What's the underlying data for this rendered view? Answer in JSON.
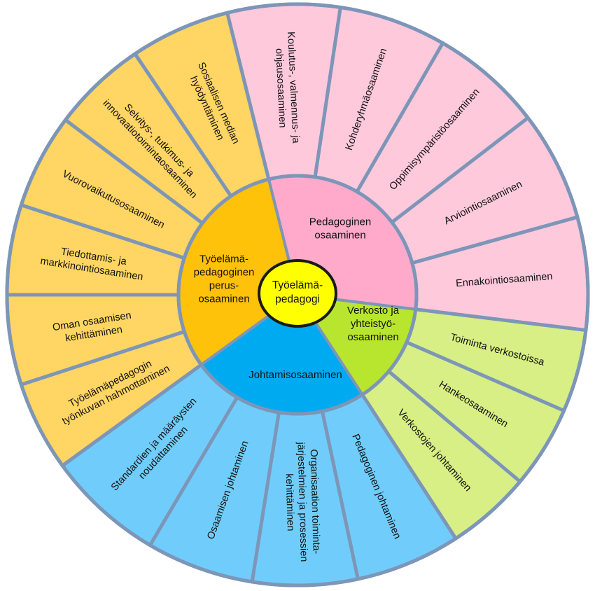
{
  "center": {
    "lines": [
      "Työelämä-",
      "pedagogi"
    ],
    "fill": "#ffff00",
    "stroke": "#1a1a1a"
  },
  "border_color": "#7d96b8",
  "categories": [
    {
      "id": "pedagoginen",
      "fill": "#ffaacb",
      "outer_fill": "#ffc9dc",
      "lines": [
        "Pedagoginen",
        "osaaminen"
      ],
      "items": [
        {
          "lines": [
            "Koulutus-, valmennus- ja",
            "ohjausosaaminen"
          ]
        },
        {
          "lines": [
            "Kohderyhmäosaaminen"
          ]
        },
        {
          "lines": [
            "Oppimisympäristöosaaminen"
          ]
        },
        {
          "lines": [
            "Arviointiosaaminen"
          ]
        },
        {
          "lines": [
            "Ennakointiosaaminen"
          ]
        }
      ]
    },
    {
      "id": "verkosto",
      "fill": "#b8e62e",
      "outer_fill": "#d7ef84",
      "lines": [
        "Verkosto ja",
        "yhteistyö-",
        "osaaminen"
      ],
      "items": [
        {
          "lines": [
            "Toiminta verkostoissa"
          ]
        },
        {
          "lines": [
            "Hankeosaaminen"
          ]
        },
        {
          "lines": [
            "Verkostojen johtaminen"
          ]
        }
      ]
    },
    {
      "id": "johtamis",
      "fill": "#00aaf0",
      "outer_fill": "#70cdfb",
      "lines": [
        "Johtamisosaaminen"
      ],
      "items": [
        {
          "lines": [
            "Pedagoginen johtaminen"
          ]
        },
        {
          "lines": [
            "Organisaation toiminta-",
            "järjestelmien ja prosessien",
            "kehittäminen"
          ]
        },
        {
          "lines": [
            "Osaamisen johtaminen"
          ]
        },
        {
          "lines": [
            "Standardien ja määräysten",
            "noudattaminen"
          ]
        }
      ]
    },
    {
      "id": "perus",
      "fill": "#ffc20a",
      "outer_fill": "#ffd563",
      "lines": [
        "Työelämä-",
        "pedagoginen",
        "perus-",
        "osaaminen"
      ],
      "items": [
        {
          "lines": [
            "Työelämäpedagogin",
            "työnkuvan hahmottaminen"
          ]
        },
        {
          "lines": [
            "Oman osaamisen",
            "kehittäminen"
          ]
        },
        {
          "lines": [
            "Tiedottamis- ja",
            "markkinointiosaaminen"
          ]
        },
        {
          "lines": [
            "Vuorovaikutusosaaminen"
          ]
        },
        {
          "lines": [
            "Selvitys-, tutkimus- ja",
            "innovaatiotoimintaosaaminen"
          ]
        },
        {
          "lines": [
            "Sosiaalisen median",
            "hyödyntäminen"
          ]
        }
      ]
    }
  ]
}
